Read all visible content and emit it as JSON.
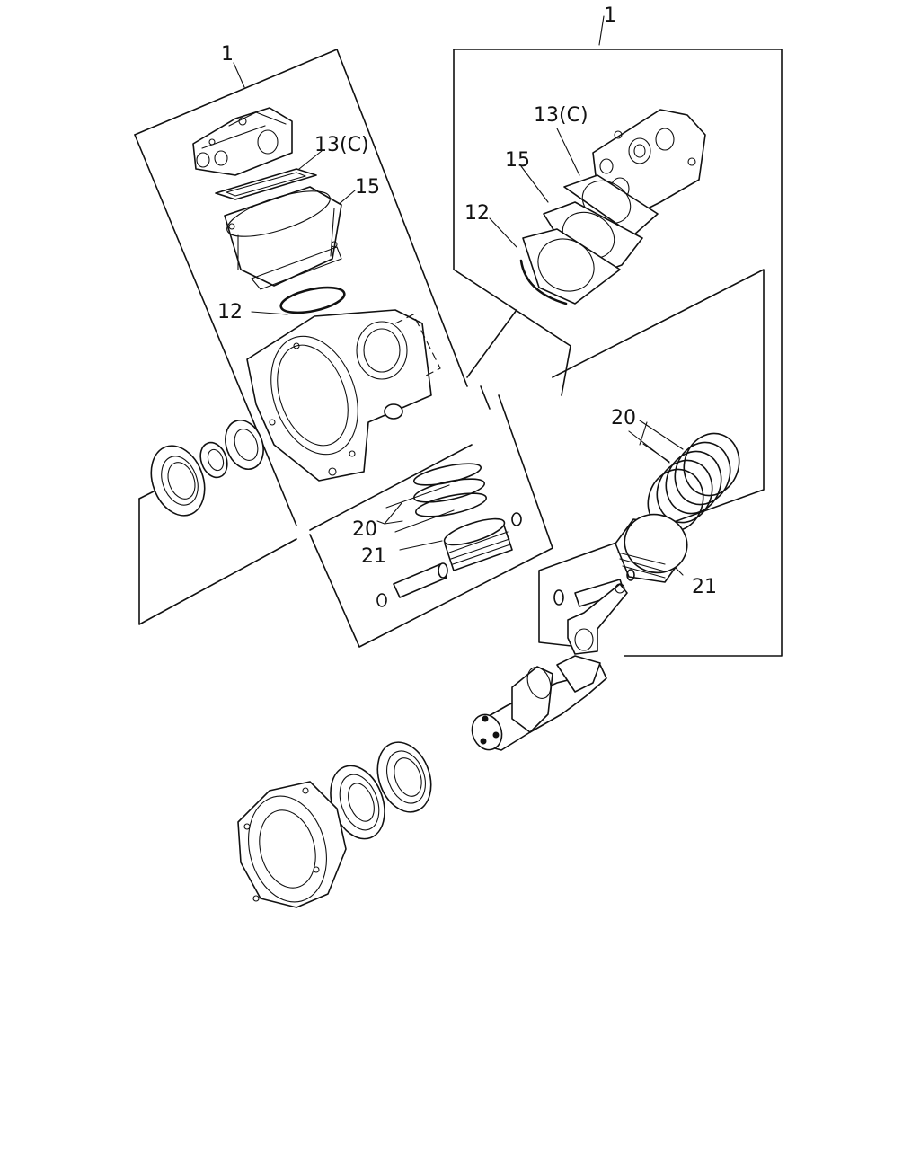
{
  "callouts": {
    "left_assembly": "1",
    "left_head": "13(C)",
    "left_gasket": "15",
    "left_oring": "12",
    "left_rings": "20",
    "left_piston": "21",
    "right_assembly": "1",
    "right_head": "13(C)",
    "right_gasket": "15",
    "right_oring": "12",
    "right_rings": "20",
    "right_piston": "21"
  }
}
